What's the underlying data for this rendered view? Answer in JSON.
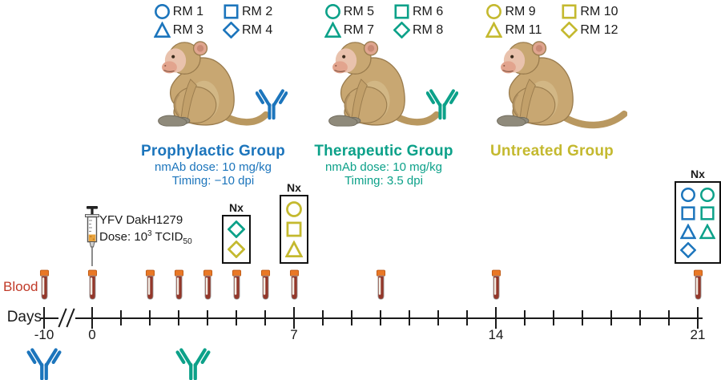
{
  "colors": {
    "blue": "#1C75BC",
    "teal": "#0CA189",
    "yellow": "#C4B92F",
    "blood_red": "#C03A28",
    "axis_black": "#1A1A1A",
    "tube_cap_orange": "#E97826",
    "tube_blood": "#93372A"
  },
  "groups": [
    {
      "title": "Prophylactic Group",
      "color": "#1C75BC",
      "legend": [
        {
          "shape": "circle",
          "label": "RM 1"
        },
        {
          "shape": "square",
          "label": "RM 2"
        },
        {
          "shape": "triangle",
          "label": "RM 3"
        },
        {
          "shape": "diamond",
          "label": "RM 4"
        }
      ],
      "dose": "nmAb dose: 10 mg/kg",
      "timing": "Timing: −10 dpi",
      "antibody": true
    },
    {
      "title": "Therapeutic Group",
      "color": "#0CA189",
      "legend": [
        {
          "shape": "circle",
          "label": "RM 5"
        },
        {
          "shape": "square",
          "label": "RM 6"
        },
        {
          "shape": "triangle",
          "label": "RM 7"
        },
        {
          "shape": "diamond",
          "label": "RM 8"
        }
      ],
      "dose": "nmAb dose: 10 mg/kg",
      "timing": "Timing: 3.5 dpi",
      "antibody": true
    },
    {
      "title": "Untreated Group",
      "color": "#C4B92F",
      "legend": [
        {
          "shape": "circle",
          "label": "RM 9"
        },
        {
          "shape": "square",
          "label": "RM 10"
        },
        {
          "shape": "triangle",
          "label": "RM 11"
        },
        {
          "shape": "diamond",
          "label": "RM 12"
        }
      ],
      "dose": "",
      "timing": "",
      "antibody": false
    }
  ],
  "inoculation": {
    "line1": "YFV DakH1279",
    "dose_prefix": "Dose: 10",
    "dose_sup": "3",
    "dose_mid": " TCID",
    "dose_sub": "50",
    "day": 0
  },
  "timeline": {
    "days_label": "Days",
    "blood_label": "Blood",
    "major_tick_days": [
      -10,
      0,
      7,
      14,
      21
    ],
    "minor_tick_days": [
      1,
      2,
      3,
      4,
      5,
      6,
      8,
      9,
      10,
      11,
      12,
      13,
      15,
      16,
      17,
      18,
      19,
      20
    ],
    "axis_labels": [
      {
        "day": -10,
        "text": "-10"
      },
      {
        "day": 0,
        "text": "0"
      },
      {
        "day": 7,
        "text": "7"
      },
      {
        "day": 14,
        "text": "14"
      },
      {
        "day": 21,
        "text": "21"
      }
    ],
    "blood_sample_days": [
      -10,
      0,
      2,
      3,
      4,
      5,
      6,
      7,
      10,
      14,
      21
    ],
    "has_axis_break": true
  },
  "necropsies": [
    {
      "label": "Nx",
      "day": 5,
      "columns": 1,
      "symbols": [
        {
          "shape": "diamond",
          "color": "#0CA189"
        },
        {
          "shape": "diamond",
          "color": "#C4B92F"
        }
      ]
    },
    {
      "label": "Nx",
      "day": 7,
      "columns": 1,
      "symbols": [
        {
          "shape": "circle",
          "color": "#C4B92F"
        },
        {
          "shape": "square",
          "color": "#C4B92F"
        },
        {
          "shape": "triangle",
          "color": "#C4B92F"
        }
      ]
    },
    {
      "label": "Nx",
      "day": 21,
      "columns": 2,
      "symbols": [
        {
          "shape": "circle",
          "color": "#1C75BC"
        },
        {
          "shape": "circle",
          "color": "#0CA189"
        },
        {
          "shape": "square",
          "color": "#1C75BC"
        },
        {
          "shape": "square",
          "color": "#0CA189"
        },
        {
          "shape": "triangle",
          "color": "#1C75BC"
        },
        {
          "shape": "triangle",
          "color": "#0CA189"
        },
        {
          "shape": "diamond",
          "color": "#1C75BC"
        }
      ]
    }
  ],
  "treatment_markers": [
    {
      "day": -10,
      "color": "#1C75BC"
    },
    {
      "day": 3.5,
      "color": "#0CA189"
    }
  ]
}
